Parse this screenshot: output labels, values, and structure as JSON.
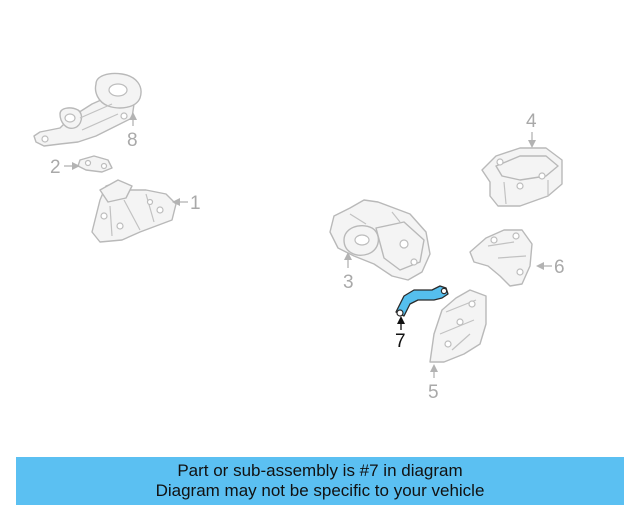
{
  "callouts": {
    "c1": "1",
    "c2": "2",
    "c3": "3",
    "c4": "4",
    "c5": "5",
    "c6": "6",
    "c7": "7",
    "c8": "8"
  },
  "highlighted_part": "7",
  "colors": {
    "highlight": "#55bfee",
    "banner": "#5bc0f2",
    "inactive_parts": "#b9b9b9"
  },
  "banner": {
    "line1": "Part or sub-assembly is #7 in diagram",
    "line2": "Diagram may not be specific to your vehicle"
  }
}
